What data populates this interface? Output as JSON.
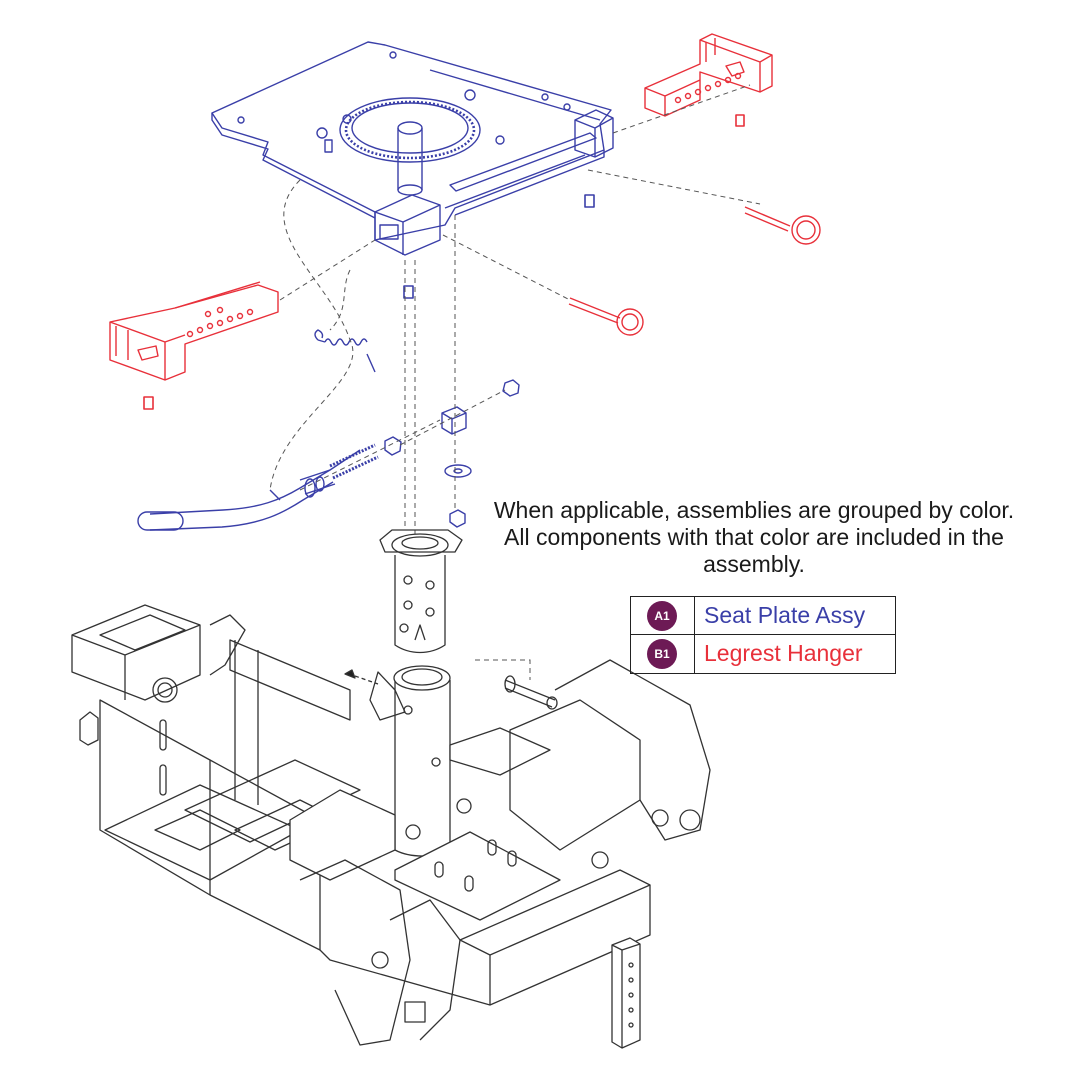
{
  "diagram": {
    "colors": {
      "seat_plate": "#3a3fa8",
      "legrest_hanger": "#e8303a",
      "base": "#444444",
      "badge": "#6d1a55"
    },
    "note": "When applicable, assemblies are grouped by color. All components with that color are included in the assembly.",
    "legend": [
      {
        "code": "A1",
        "label": "Seat Plate Assy",
        "color": "#3a3fa8"
      },
      {
        "code": "B1",
        "label": "Legrest Hanger",
        "color": "#e8303a"
      }
    ]
  }
}
